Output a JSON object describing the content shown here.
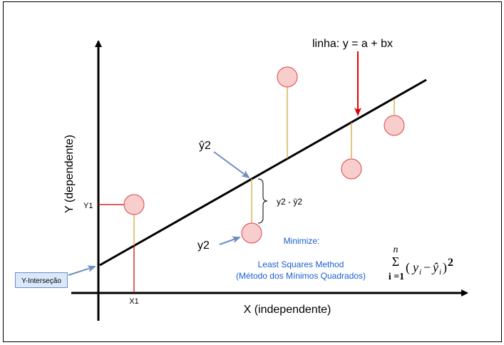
{
  "labels": {
    "y_axis": "Y (dependente)",
    "x_axis": "X (independente)",
    "line_eq": "linha: y = a + bx",
    "y_hat": "ŷ2",
    "y2": "y2",
    "residual": "y2 - ŷ2",
    "y1": "Y1",
    "x1": "X1",
    "y_intercept": "Y-Interseção",
    "minimize": "Minimize:",
    "method": "Least Squares Method",
    "method_pt": "(Método dos Mínimos Quadrados)"
  },
  "formula": {
    "upper": "n",
    "sigma": "Σ",
    "lower": "i =1",
    "open": "(",
    "y": "y",
    "yi": "i",
    "minus": "−",
    "yhat": "ŷ",
    "yhati": "i",
    "close": ")",
    "power": "2"
  },
  "colors": {
    "grid_border": "#000000",
    "line": "#000000",
    "point_fill": "#f8cecc",
    "point_stroke": "#e0424b",
    "residual_line": "#d6b656",
    "arrow_blue": "#6c8ebf",
    "arrow_red": "#e00000",
    "y1_guide": "#c00000",
    "intercept_box_fill": "#dae8fc",
    "intercept_box_stroke": "#6c8ebf",
    "minimize_text": "#1a5fcf"
  }
}
